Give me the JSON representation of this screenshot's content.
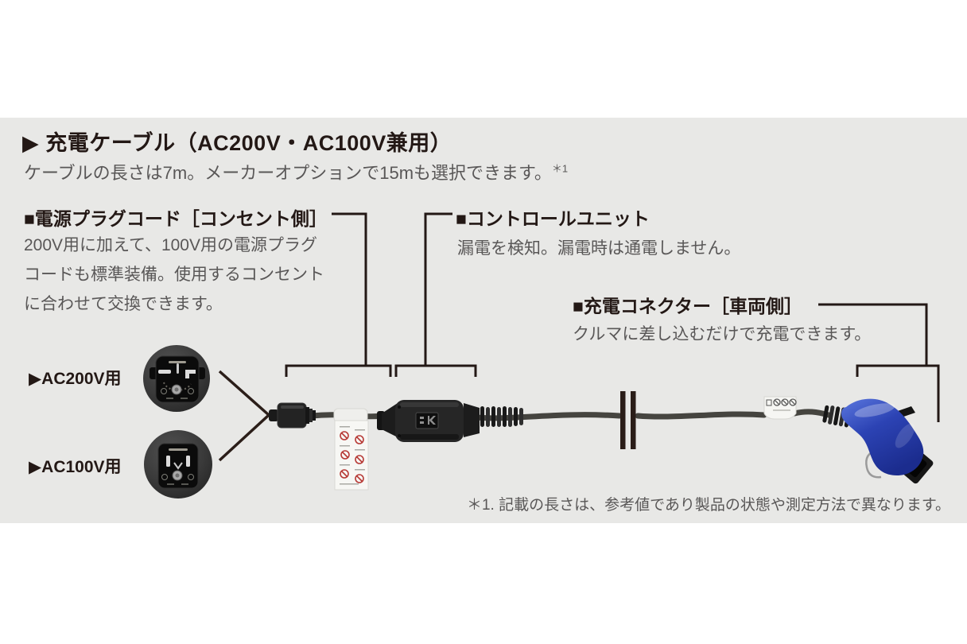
{
  "colors": {
    "panel_bg": "#e8e8e6",
    "heading_text": "#231815",
    "body_text": "#595757",
    "callout_line": "#231815",
    "cable": "#45443f",
    "connector_blue": "#2c43b4"
  },
  "header": {
    "title": "▶ 充電ケーブル（AC200V・AC100V兼用）",
    "subtitle": "ケーブルの長さは7m。メーカーオプションで15mも選択できます。",
    "subtitle_note_ref": "＊1"
  },
  "sections": {
    "plug_cord": {
      "heading": "■電源プラグコード［コンセント側］",
      "body_lines": [
        "200V用に加えて、100V用の電源プラグ",
        "コードも標準装備。使用するコンセント",
        "に合わせて交換できます。"
      ]
    },
    "control_unit": {
      "heading": "■コントロールユニット",
      "body": "漏電を検知。漏電時は通電しません。"
    },
    "connector": {
      "heading": "■充電コネクター［車両側］",
      "body": "クルマに差し込むだけで充電できます。"
    }
  },
  "plug_labels": {
    "ac200": "▶AC200V用",
    "ac100": "▶AC100V用"
  },
  "footnote": "＊1. 記載の長さは、参考値であり製品の状態や測定方法で異なります。"
}
